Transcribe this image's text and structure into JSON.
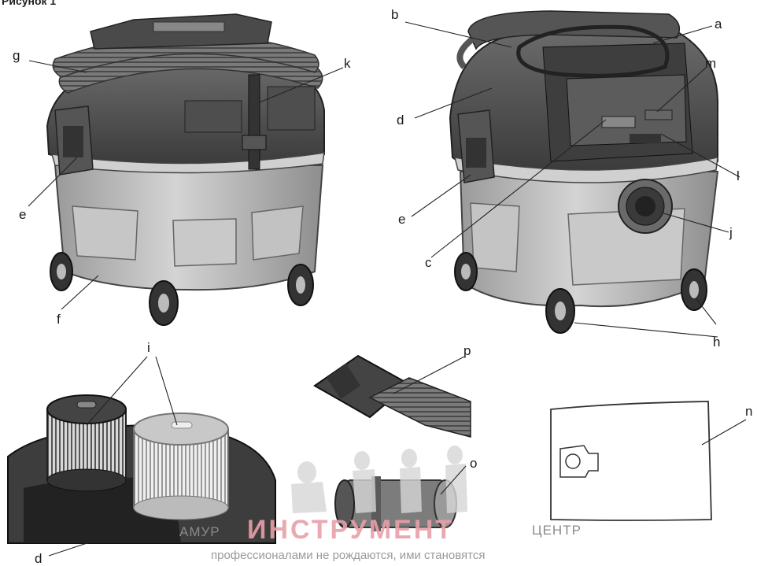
{
  "heading": "Рисунок 1",
  "labels": {
    "a": "a",
    "b": "b",
    "c": "c",
    "d_top": "d",
    "d_bottom": "d",
    "e_left": "e",
    "e_right": "e",
    "f": "f",
    "g": "g",
    "h": "h",
    "i": "i",
    "j": "j",
    "k": "k",
    "l": "l",
    "m": "m",
    "n": "n",
    "o": "o",
    "p": "p"
  },
  "watermark": {
    "left": "АМУР",
    "brand": "ИНСТРУМЕНТ",
    "right": "ЦЕНТР",
    "tagline": "профессионалами не рождаются, ими становятся",
    "brand_color": "#e8a0a8"
  }
}
